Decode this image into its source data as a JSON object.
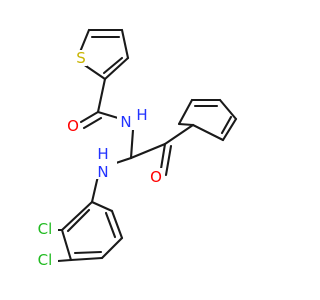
{
  "molecule": {
    "atoms": {
      "S": {
        "text": "S",
        "color": "#c8b400"
      },
      "O1": {
        "text": "O",
        "color": "#ff0000"
      },
      "N1": {
        "text": "N",
        "color": "#2233ff"
      },
      "H1": {
        "text": "H",
        "color": "#2233ff"
      },
      "N2": {
        "text": "N",
        "color": "#2233ff"
      },
      "H2": {
        "text": "H",
        "color": "#2233ff"
      },
      "O2": {
        "text": "O",
        "color": "#ff0000"
      },
      "Cl1": {
        "text": "Cl",
        "color": "#22bb22"
      },
      "Cl2": {
        "text": "Cl",
        "color": "#22bb22"
      }
    }
  }
}
